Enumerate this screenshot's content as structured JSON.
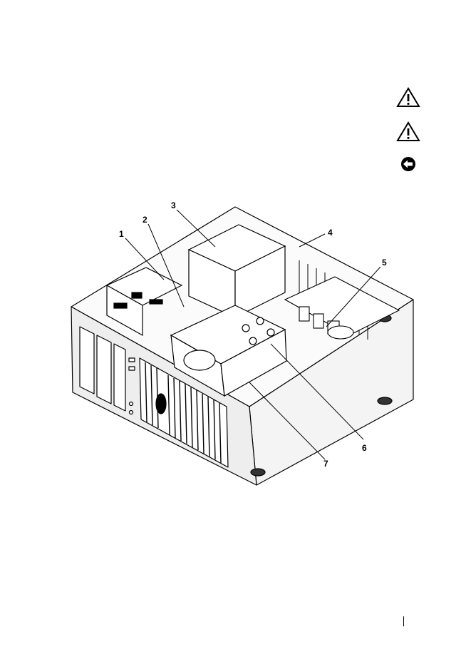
{
  "page": {
    "notices": [
      {
        "type": "caution",
        "icon": "caution-triangle-icon"
      },
      {
        "type": "caution",
        "icon": "caution-triangle-icon"
      },
      {
        "type": "notice",
        "icon": "notice-circle-icon"
      }
    ]
  },
  "figure": {
    "subject": "computer-interior-illustration",
    "callouts": [
      "1",
      "2",
      "3",
      "4",
      "5",
      "6",
      "7"
    ]
  },
  "colors": {
    "ink": "#000000",
    "paper": "#ffffff",
    "panel": "#f2f2f2",
    "shade": "#d9d9d9"
  }
}
